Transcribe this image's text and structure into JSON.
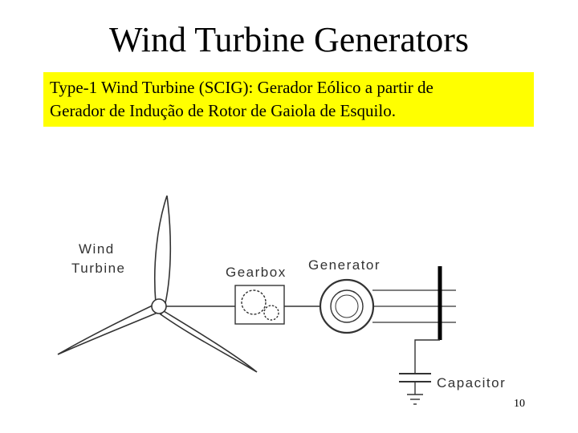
{
  "slide": {
    "title": "Wind Turbine Generators",
    "subtitle_line1": "Type-1 Wind Turbine (SCIG): Gerador Eólico a partir de",
    "subtitle_line2": "Gerador de Indução de Rotor de Gaiola de Esquilo.",
    "page_number": "10",
    "highlight_color": "#ffff00"
  },
  "diagram": {
    "turbine_label_line1": "Wind",
    "turbine_label_line2": "Turbine",
    "gearbox_label": "Gearbox",
    "generator_label": "Generator",
    "capacitor_label": "Capacitor",
    "components": [
      "turbine-icon",
      "gearbox-icon",
      "generator-icon",
      "grid-bus-icon",
      "capacitor-icon",
      "ground-icon"
    ]
  }
}
